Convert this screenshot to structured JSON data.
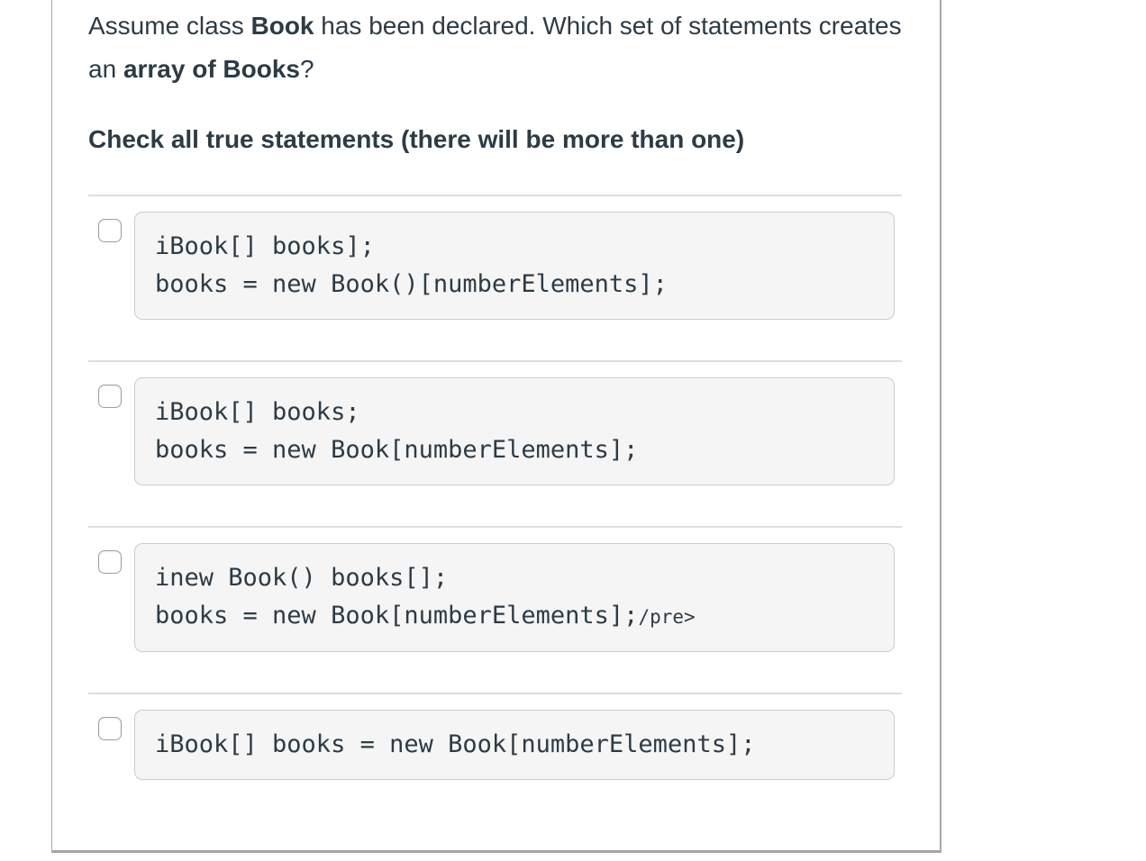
{
  "question": {
    "part1": "Assume class ",
    "bold1": "Book",
    "part2": " has been declared. Which set of statements creates an ",
    "bold2": "array of Books",
    "part3": "?",
    "instruction": "Check all true statements (there will be more than one)"
  },
  "answers": [
    {
      "lines": [
        "iBook[] books];",
        "books = new Book()[numberElements];"
      ]
    },
    {
      "lines": [
        "iBook[] books;",
        "books = new Book[numberElements];"
      ]
    },
    {
      "lines": [
        "inew Book() books[];",
        "books = new Book[numberElements];"
      ],
      "suffix": "/pre>"
    },
    {
      "lines": [
        "iBook[] books = new Book[numberElements];"
      ]
    }
  ],
  "colors": {
    "text": "#2d3b45",
    "code_background": "#f5f5f5",
    "code_border": "#c7cdd1",
    "divider": "#dddddd",
    "frame_border": "#a9a9a9",
    "checkbox_border": "#98a2a8"
  }
}
